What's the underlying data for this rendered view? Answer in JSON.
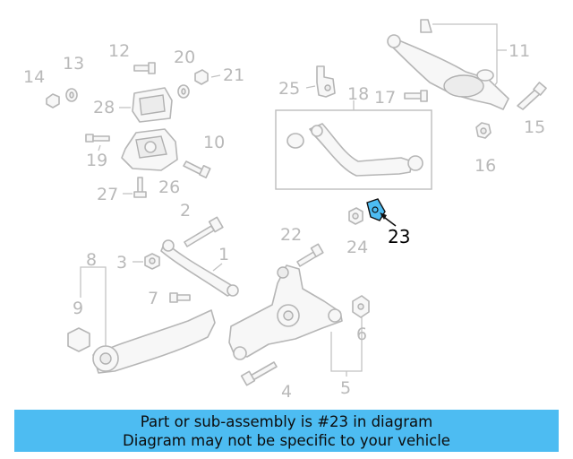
{
  "callouts": {
    "c1": "1",
    "c2": "2",
    "c3": "3",
    "c4": "4",
    "c5": "5",
    "c6": "6",
    "c7": "7",
    "c8": "8",
    "c9": "9",
    "c10": "10",
    "c11": "11",
    "c12": "12",
    "c13": "13",
    "c14": "14",
    "c15": "15",
    "c16": "16",
    "c17": "17",
    "c18": "18",
    "c19": "19",
    "c20": "20",
    "c21": "21",
    "c22": "22",
    "c23": "23",
    "c24": "24",
    "c25": "25",
    "c26": "26",
    "c27": "27",
    "c28": "28"
  },
  "highlighted_part": "23",
  "highlight_color": "#4dbcf2",
  "banner": {
    "line1": "Part or sub-assembly is #23 in diagram",
    "line2": "Diagram may not be specific to your vehicle",
    "background": "#4dbcf2"
  }
}
